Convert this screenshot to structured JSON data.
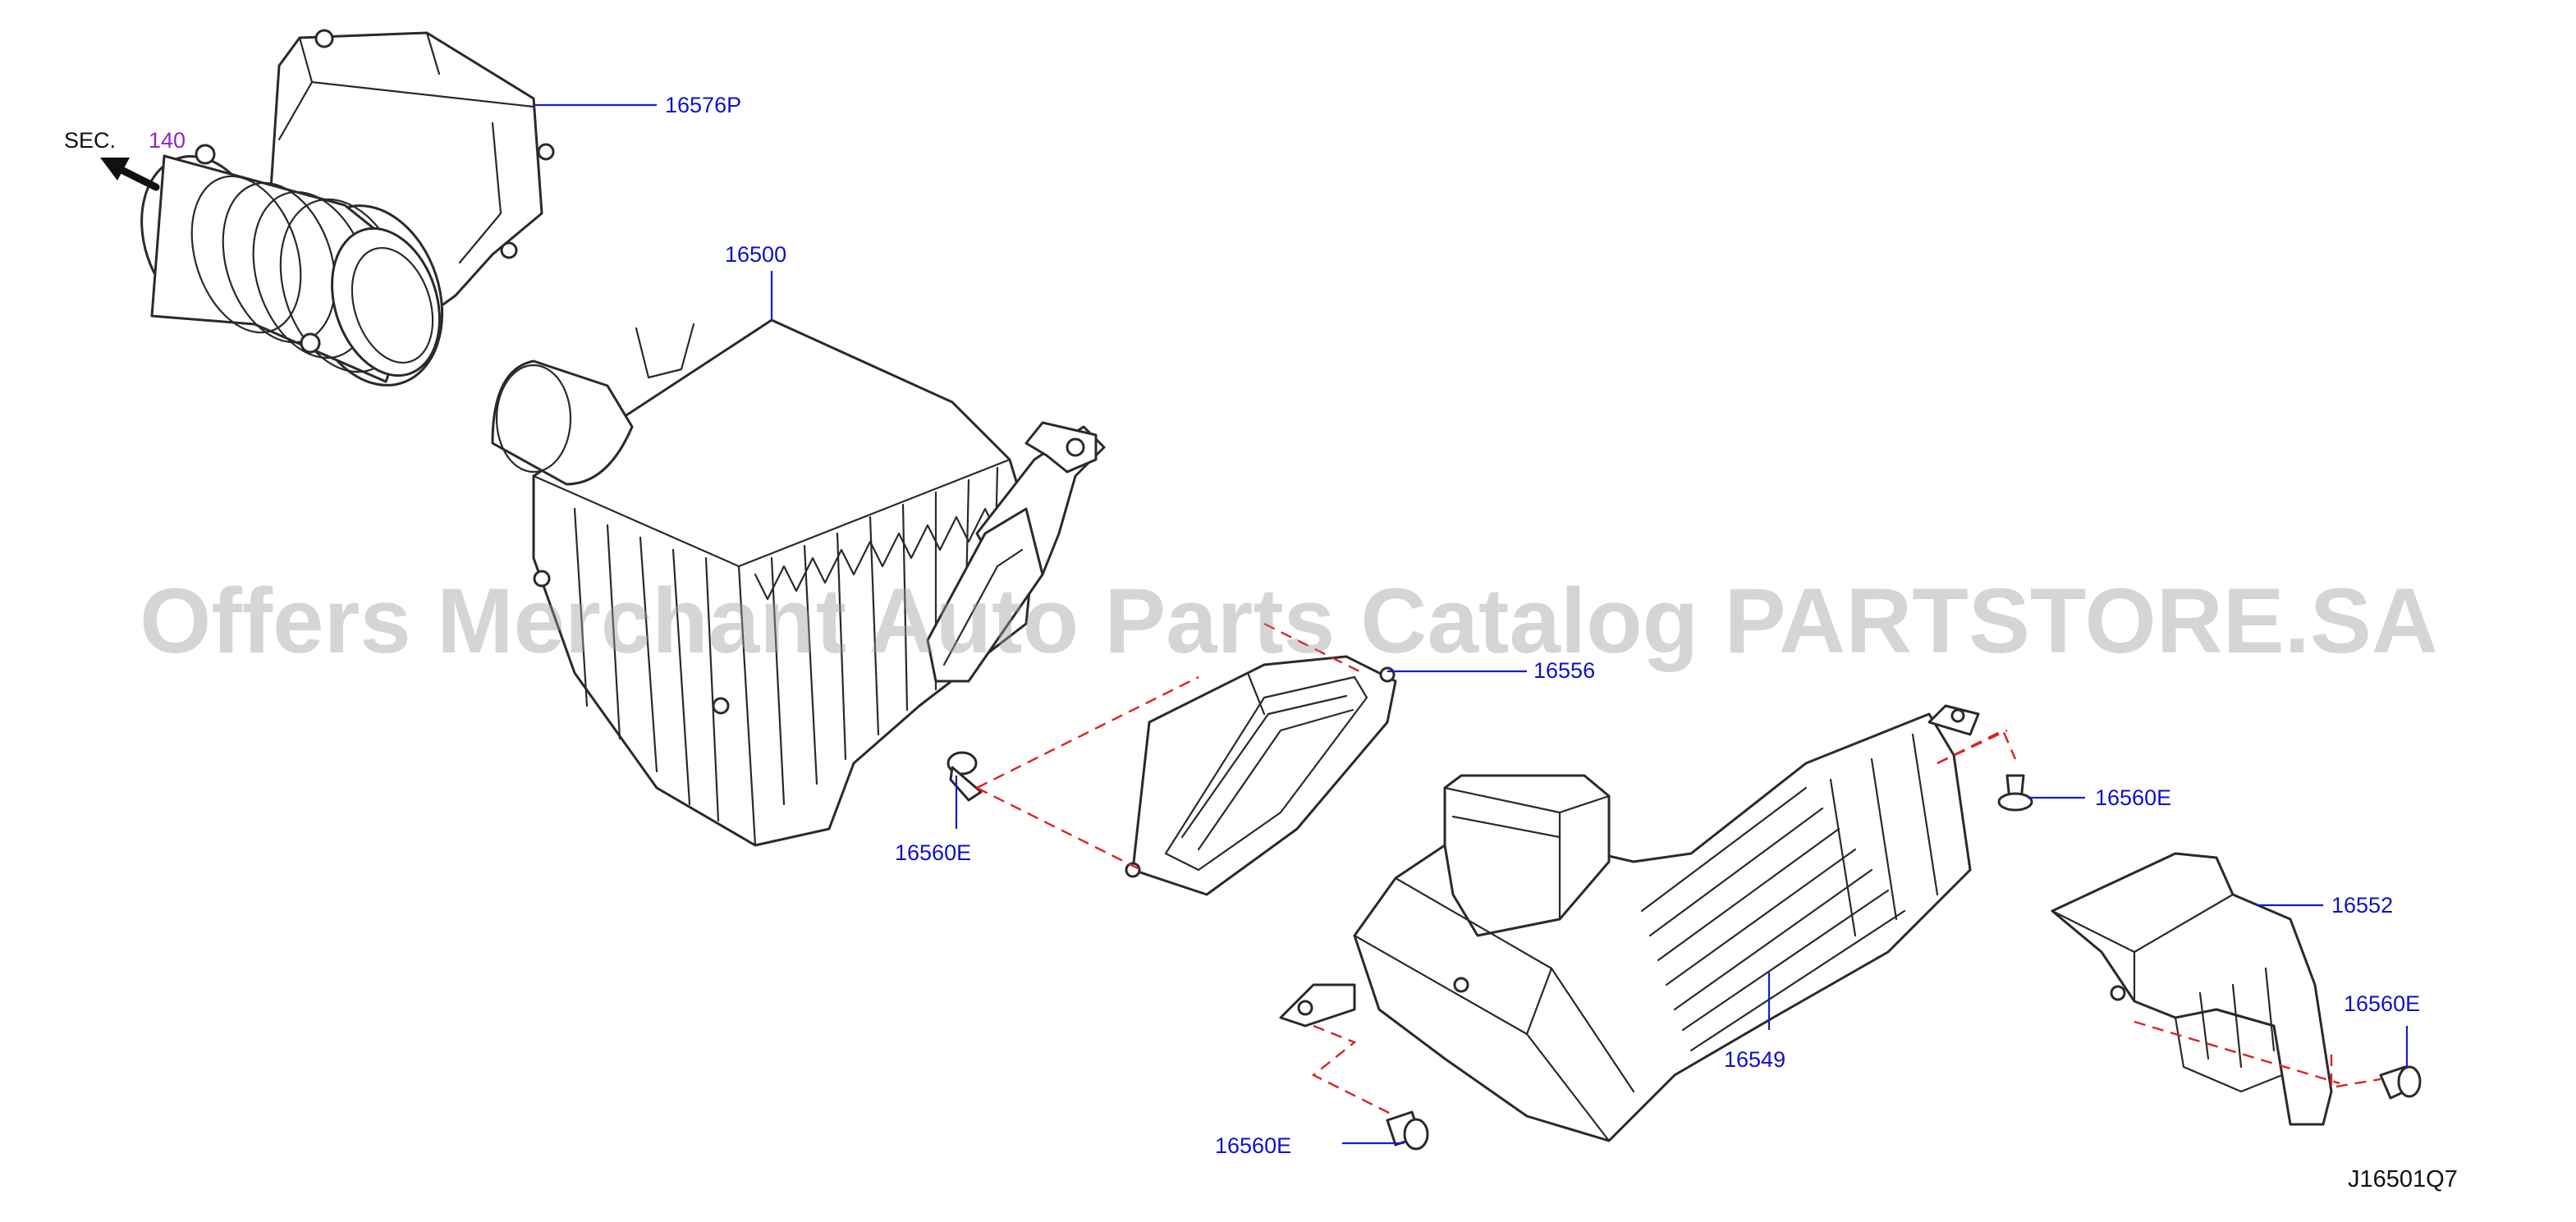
{
  "diagram": {
    "section_ref": {
      "prefix": "SEC.",
      "number": "140"
    },
    "diagram_code": "J16501Q7",
    "watermark": "Offers Merchant Auto Parts Catalog PARTSTORE.SA",
    "callouts": [
      {
        "part_number": "16576P",
        "part": "intake-duct"
      },
      {
        "part_number": "16500",
        "part": "air-cleaner-box"
      },
      {
        "part_number": "16556",
        "part": "air-inlet-seal"
      },
      {
        "part_number": "16560E",
        "part": "clip-left"
      },
      {
        "part_number": "16549",
        "part": "resonator"
      },
      {
        "part_number": "16560E",
        "part": "clip-right-upper"
      },
      {
        "part_number": "16552",
        "part": "air-duct"
      },
      {
        "part_number": "16560E",
        "part": "clip-right-lower"
      },
      {
        "part_number": "16560E",
        "part": "clip-bottom"
      }
    ],
    "colors": {
      "label": "#1010cc",
      "leader": "#1a1acc",
      "section_number": "#8a28c8",
      "dashed_guide": "#e02020",
      "line_art": "#2a2a2a"
    }
  }
}
